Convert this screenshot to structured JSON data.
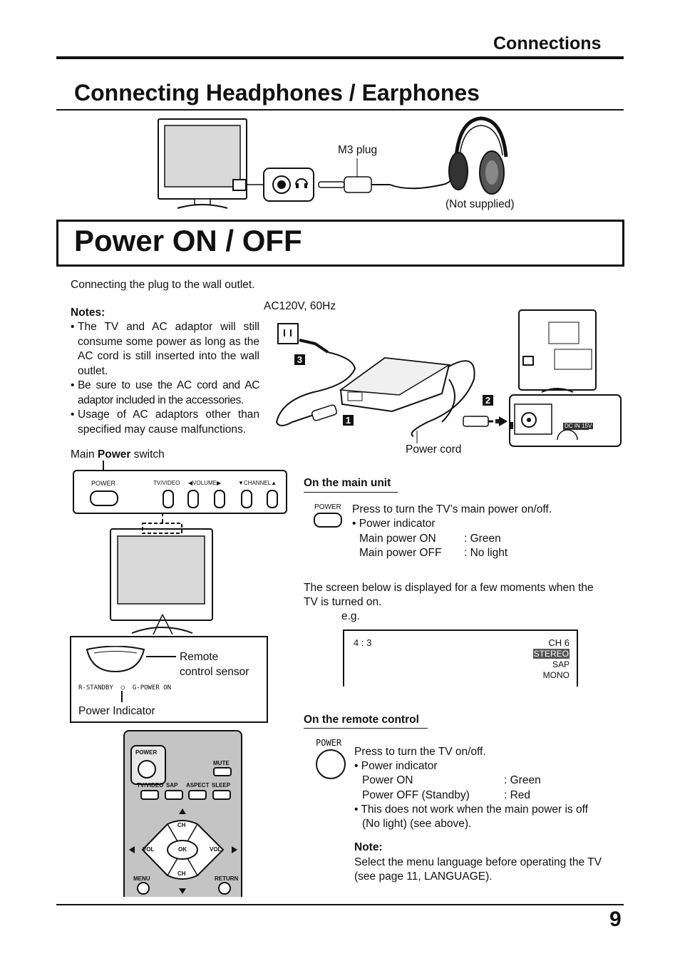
{
  "header": {
    "section": "Connections",
    "page_number": "9"
  },
  "headphones": {
    "title": "Connecting Headphones / Earphones",
    "plug_label": "M3 plug",
    "not_supplied": "(Not supplied)"
  },
  "power": {
    "title": "Power ON / OFF",
    "intro": "Connecting the plug to the wall outlet.",
    "ac_label": "AC120V, 60Hz",
    "power_cord_label": "Power cord",
    "dc_in_label": "DC IN 15V",
    "steps": [
      "1",
      "2",
      "3"
    ],
    "notes": {
      "title": "Notes:",
      "items": [
        "The TV and AC adaptor will still consume some power as long as the AC cord is still inserted into the wall outlet.",
        "Be sure to use the AC cord and AC adaptor included in the accessories.",
        "Usage of AC adaptors other than specified may cause malfunctions."
      ]
    },
    "switch_label": {
      "prefix": "Main ",
      "bold": "Power",
      "suffix": " switch"
    },
    "panel": {
      "power": "POWER",
      "tv_video": "TV/VIDEO",
      "volume": "◀VOLUME▶",
      "channel": "▼CHANNEL▲"
    },
    "sensor_box": {
      "remote_sensor": [
        "Remote",
        "control sensor"
      ],
      "indicator_row": "R-STANDBY  ◯  G-POWER ON",
      "power_indicator": "Power Indicator"
    },
    "remote": {
      "power": "POWER",
      "mute": "MUTE",
      "tv_video": "TV/VIDEO",
      "sap": "SAP",
      "aspect": "ASPECT",
      "sleep": "SLEEP",
      "ch": "CH",
      "vol": "VOL",
      "ok": "OK",
      "menu": "MENU",
      "return": "RETURN"
    },
    "main_unit": {
      "title": "On the main unit",
      "button_label": "POWER",
      "lines": [
        "Press to turn the TV’s main power on/off.",
        "• Power indicator"
      ],
      "states": [
        {
          "label": "Main power ON",
          "value": ": Green"
        },
        {
          "label": "Main power OFF",
          "value": ": No light"
        }
      ],
      "screen_text": [
        "The screen below is displayed for a few moments when the",
        "TV is turned on."
      ],
      "eg": "e.g.",
      "osd": {
        "aspect": "4 : 3",
        "channel": "CH 6",
        "stereo": "STEREO",
        "sap": "SAP",
        "mono": "MONO"
      }
    },
    "remote_control": {
      "title": "On the remote control",
      "button_label": "POWER",
      "lines": [
        "Press to turn the TV on/off.",
        "• Power indicator"
      ],
      "states": [
        {
          "label": "Power ON",
          "value": ": Green"
        },
        {
          "label": "Power OFF (Standby)",
          "value": ": Red"
        }
      ],
      "bullet": [
        "• This does not work when the main power is off",
        "(No light) (see above)."
      ],
      "note_title": "Note:",
      "note_lines": [
        "Select the menu language before operating the TV",
        "(see page 11, LANGUAGE)."
      ]
    }
  }
}
